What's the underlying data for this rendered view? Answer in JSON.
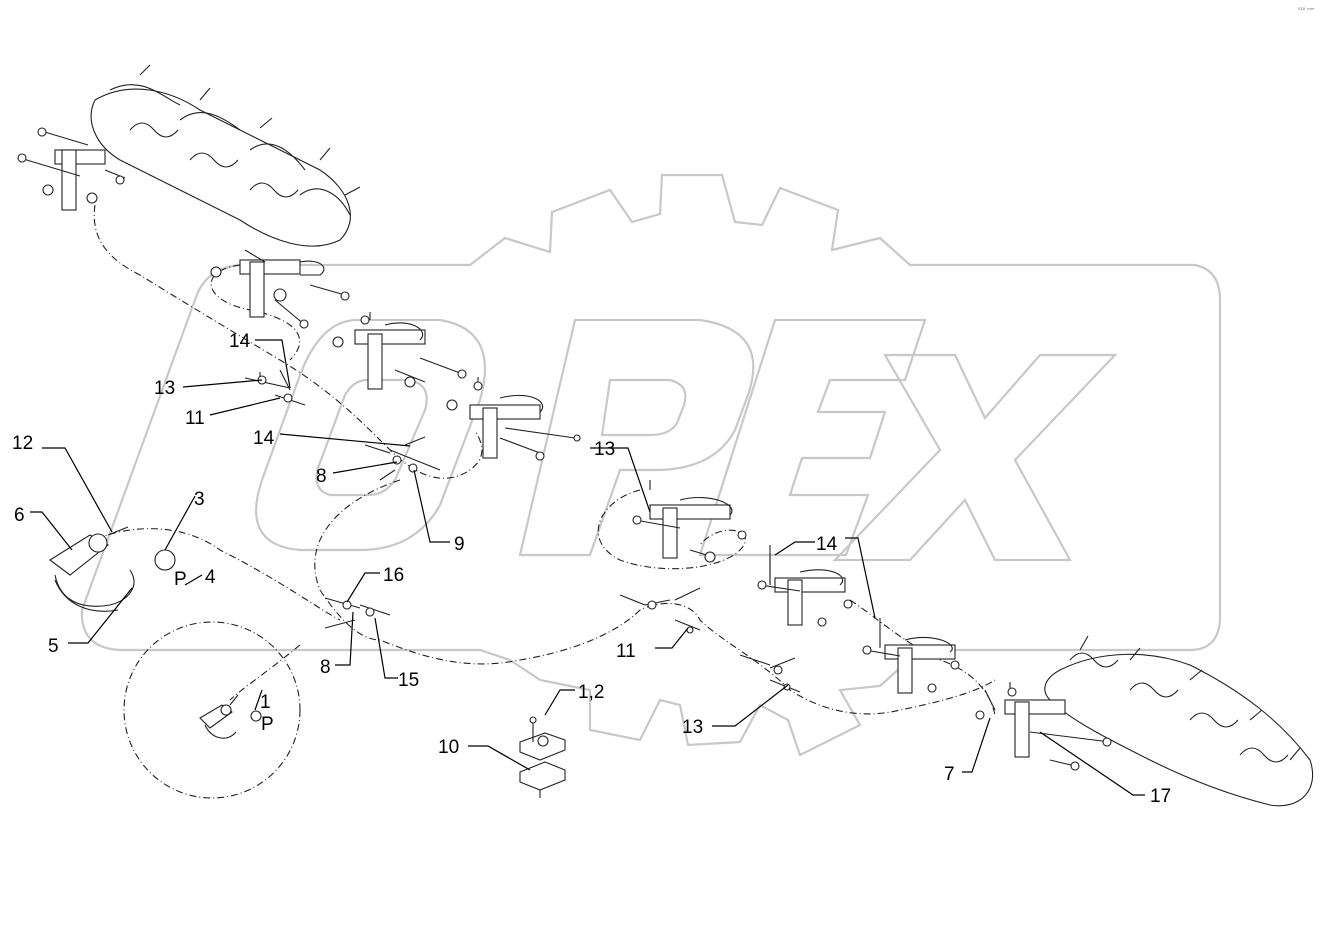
{
  "watermark": {
    "brand_text": "OPEX",
    "color": "#c8c8c8"
  },
  "corner_mark": {
    "text": "⁰¹⁰ ᵐᵐ"
  },
  "callouts": [
    {
      "id": "c14a",
      "label": "14"
    },
    {
      "id": "c13a",
      "label": "13"
    },
    {
      "id": "c11a",
      "label": "11"
    },
    {
      "id": "c14b",
      "label": "14"
    },
    {
      "id": "c8a",
      "label": "8"
    },
    {
      "id": "c9",
      "label": "9"
    },
    {
      "id": "c12",
      "label": "12"
    },
    {
      "id": "c6",
      "label": "6"
    },
    {
      "id": "c3",
      "label": "3"
    },
    {
      "id": "c4",
      "label": "4"
    },
    {
      "id": "c5",
      "label": "5"
    },
    {
      "id": "c1",
      "label": "1"
    },
    {
      "id": "c16",
      "label": "16"
    },
    {
      "id": "c8b",
      "label": "8"
    },
    {
      "id": "c15",
      "label": "15"
    },
    {
      "id": "c13b",
      "label": "13"
    },
    {
      "id": "c14c",
      "label": "14"
    },
    {
      "id": "c11b",
      "label": "11"
    },
    {
      "id": "c12b",
      "label": "1,2"
    },
    {
      "id": "c10",
      "label": "10"
    },
    {
      "id": "c13c",
      "label": "13"
    },
    {
      "id": "c7",
      "label": "7"
    },
    {
      "id": "c17",
      "label": "17"
    }
  ],
  "glyph_labels": {
    "p_marker_1": "P",
    "p_marker_2": "P"
  }
}
